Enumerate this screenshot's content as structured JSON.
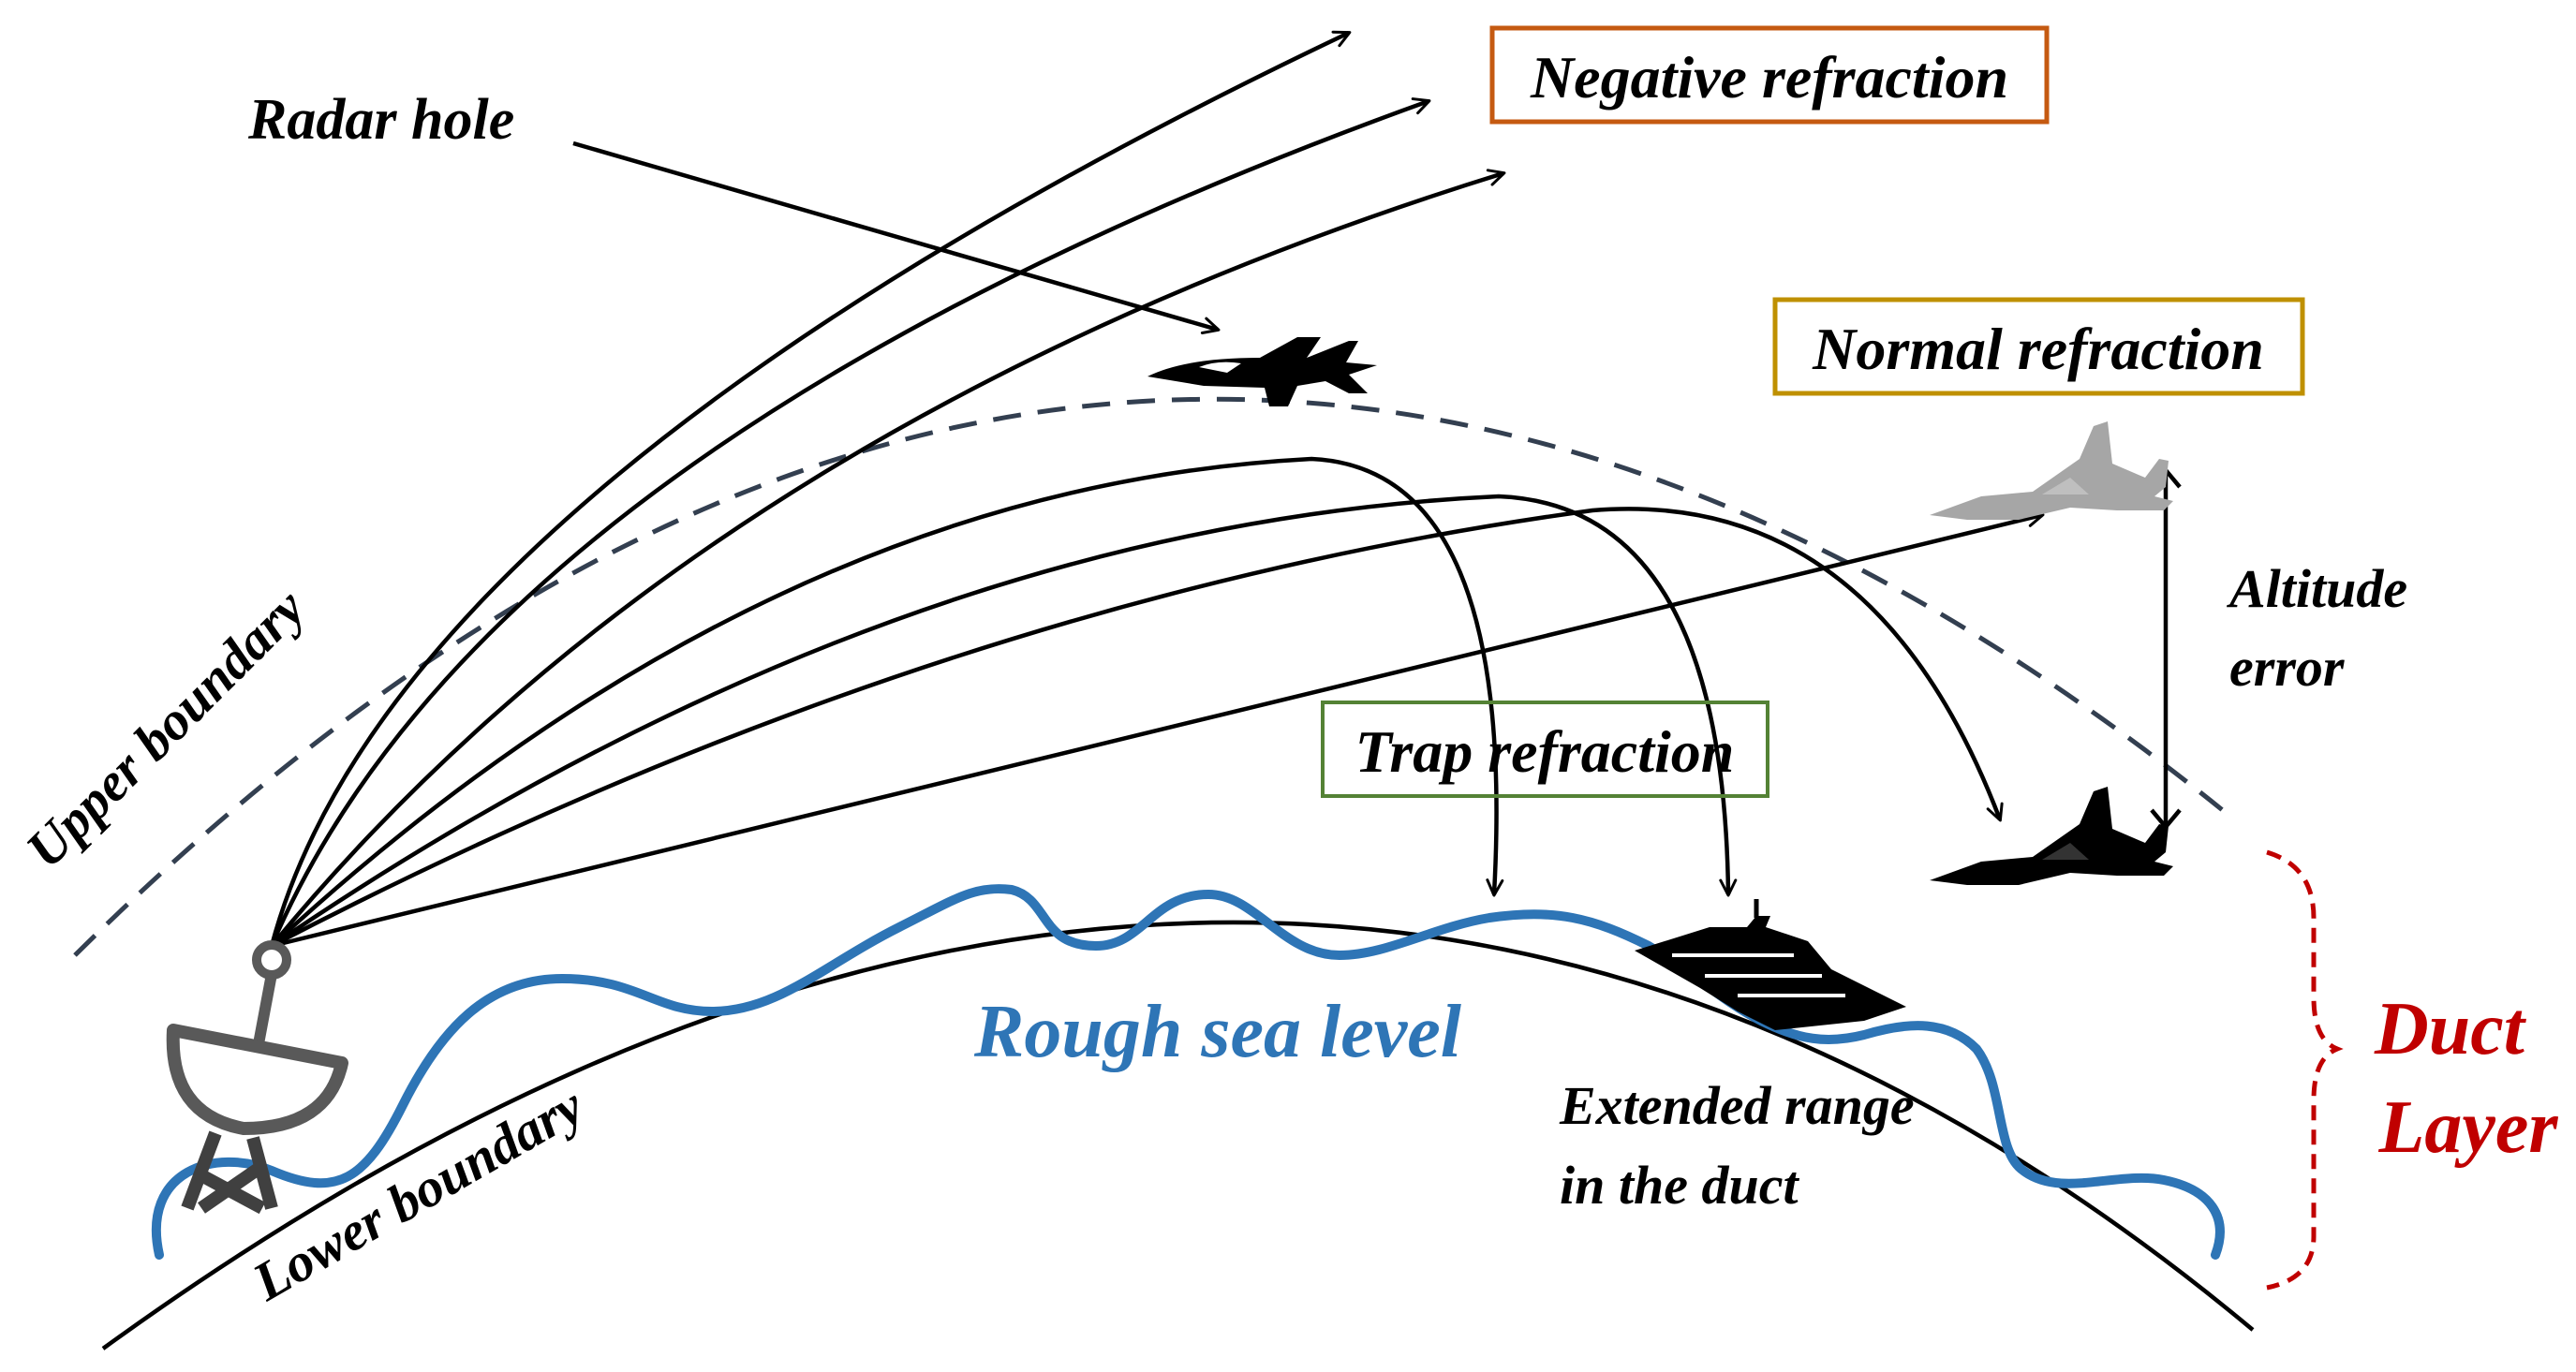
{
  "labels": {
    "radar_hole": "Radar hole",
    "negative_refraction": "Negative refraction",
    "normal_refraction": "Normal refraction",
    "trap_refraction": "Trap refraction",
    "upper_boundary": "Upper boundary",
    "lower_boundary": "Lower boundary",
    "rough_sea_level": "Rough sea level",
    "altitude_error_line1": "Altitude",
    "altitude_error_line2": "error",
    "extended_range_line1": "Extended range",
    "extended_range_line2": "in the duct",
    "duct_layer_line1": "Duct",
    "duct_layer_line2": "Layer"
  },
  "colors": {
    "negative_box": "#C55A11",
    "normal_box": "#BF9000",
    "trap_box": "#548235",
    "sea": "#2E75B6",
    "duct": "#C00000",
    "upper_boundary_dash": "#333F50",
    "ghost_aircraft": "#A6A6A6",
    "ink": "#000000"
  },
  "icons": [
    "radar-antenna-icon",
    "stealth-jet-icon",
    "ghost-fighter-icon",
    "fighter-jet-icon",
    "yacht-icon"
  ]
}
